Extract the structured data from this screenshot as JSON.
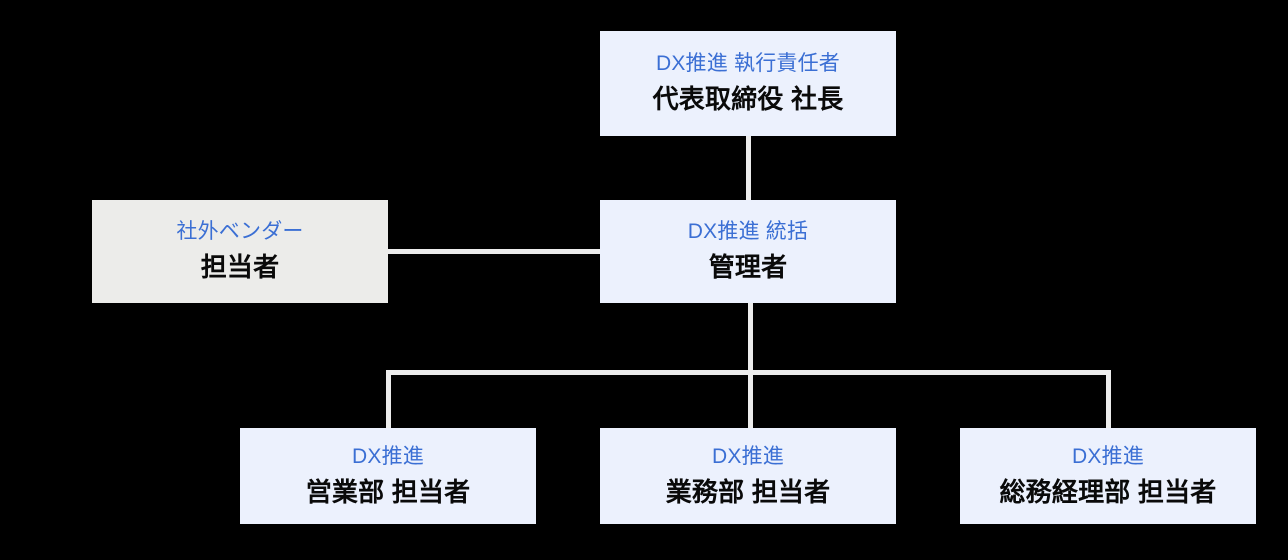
{
  "diagram": {
    "type": "org-chart",
    "background_color": "#000000",
    "connector_color": "#ECECEC",
    "box_fill_primary": "#ECF1FD",
    "box_fill_external": "#ECECEA",
    "role_text_color": "#3B6FD4",
    "title_text_color": "#0A0A0A",
    "nodes": {
      "executive": {
        "role": "DX推進 執行責任者",
        "title": "代表取締役 社長"
      },
      "manager": {
        "role": "DX推進 統括",
        "title": "管理者"
      },
      "vendor": {
        "role": "社外ベンダー",
        "title": "担当者"
      },
      "sales": {
        "role": "DX推進",
        "title": "営業部 担当者"
      },
      "operations": {
        "role": "DX推進",
        "title": "業務部 担当者"
      },
      "admin_finance": {
        "role": "DX推進",
        "title": "総務経理部 担当者"
      }
    }
  }
}
